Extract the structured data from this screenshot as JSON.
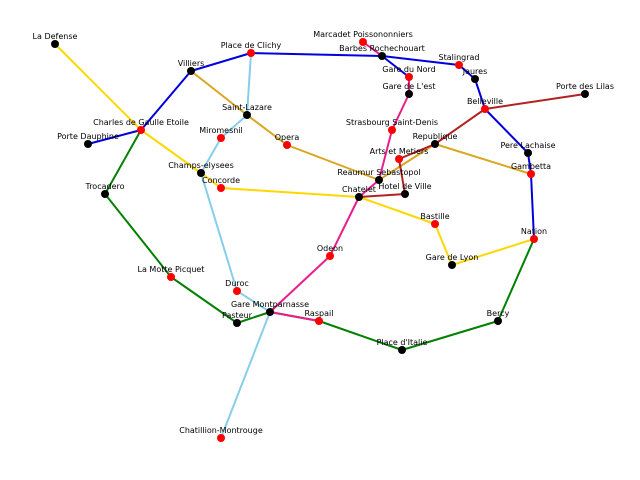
{
  "colors": {
    "station_red": "#ff0000",
    "station_black": "#000000",
    "label": "#000000"
  },
  "lines": [
    {
      "id": "line-green",
      "color": "#008000",
      "stations": [
        "Charles de Gaulle Etoile",
        "Trocadero",
        "La Motte Picquet",
        "Pasteur",
        "Gare Montparnasse",
        "Raspail",
        "Place d'Italie",
        "Bercy",
        "Nation"
      ]
    },
    {
      "id": "line-yellow-a",
      "color": "#ffd700",
      "stations": [
        "La Defense",
        "Charles de Gaulle Etoile",
        "Champs-elysees",
        "Concorde",
        "Chatelet",
        "Bastille",
        "Gare de Lyon",
        "Nation"
      ]
    },
    {
      "id": "line-blue",
      "color": "#0000dd",
      "stations": [
        "Porte Dauphine",
        "Charles de Gaulle Etoile",
        "Villiers",
        "Place de Clichy",
        "Barbes Rochechouart",
        "Stalingrad",
        "Jaures",
        "Belleville",
        "Pere Lachaise",
        "Gambetta",
        "Nation"
      ]
    },
    {
      "id": "line-orange",
      "color": "#daa520",
      "stations": [
        "Villiers",
        "Saint-Lazare",
        "Opera",
        "Reaumur Sebastopol",
        "Republique",
        "Gambetta"
      ]
    },
    {
      "id": "line-lightblue",
      "color": "#87ceeb",
      "stations": [
        "Place de Clichy",
        "Saint-Lazare",
        "Miromesnil",
        "Champs-elysees",
        "Duroc",
        "Gare Montparnasse",
        "Chatillion-Montrouge"
      ]
    },
    {
      "id": "line-pink",
      "color": "#e91e8c",
      "stations": [
        "Gare du Nord",
        "Gare de L'est",
        "Strasbourg Saint-Denis",
        "Reaumur Sebastopol",
        "Chatelet",
        "Odeon",
        "Gare Montparnasse",
        "Raspail"
      ]
    },
    {
      "id": "line-brown",
      "color": "#b22222",
      "stations": [
        "Porte des Lilas",
        "Belleville",
        "Republique",
        "Arts et Metiers",
        "Hotel de Ville",
        "Chatelet"
      ]
    },
    {
      "id": "line-darkblue-short",
      "color": "#0000dd",
      "stations": [
        "Barbes Rochechouart",
        "Gare du Nord"
      ]
    },
    {
      "id": "line-pink-short",
      "color": "#e91e8c",
      "stations": [
        "Marcadet Poissononniers",
        "Barbes Rochechouart"
      ]
    }
  ],
  "stations": [
    {
      "name": "La Defense",
      "color": "black",
      "label_anchor": "middle",
      "label_dy": -5
    },
    {
      "name": "Villiers",
      "color": "black",
      "label_anchor": "middle",
      "label_dy": -5
    },
    {
      "name": "Place de Clichy",
      "color": "red",
      "label_anchor": "middle",
      "label_dy": -5
    },
    {
      "name": "Marcadet Poissononniers",
      "color": "red",
      "label_anchor": "middle",
      "label_dy": -5
    },
    {
      "name": "Barbes Rochechouart",
      "color": "black",
      "label_anchor": "middle",
      "label_dy": -5
    },
    {
      "name": "Stalingrad",
      "color": "red",
      "label_anchor": "middle",
      "label_dy": -5
    },
    {
      "name": "Jaures",
      "color": "black",
      "label_anchor": "middle",
      "label_dy": -5
    },
    {
      "name": "Gare du Nord",
      "color": "red",
      "label_anchor": "middle",
      "label_dy": -5
    },
    {
      "name": "Gare de L'est",
      "color": "black",
      "label_anchor": "middle",
      "label_dy": -5
    },
    {
      "name": "Porte des Lilas",
      "color": "black",
      "label_anchor": "middle",
      "label_dy": -5
    },
    {
      "name": "Belleville",
      "color": "red",
      "label_anchor": "middle",
      "label_dy": -5
    },
    {
      "name": "Saint-Lazare",
      "color": "black",
      "label_anchor": "middle",
      "label_dy": -5
    },
    {
      "name": "Charles de Gaulle Etoile",
      "color": "red",
      "label_anchor": "middle",
      "label_dy": -5
    },
    {
      "name": "Porte Dauphine",
      "color": "black",
      "label_anchor": "middle",
      "label_dy": -5
    },
    {
      "name": "Miromesnil",
      "color": "red",
      "label_anchor": "middle",
      "label_dy": -5
    },
    {
      "name": "Opera",
      "color": "red",
      "label_anchor": "middle",
      "label_dy": -5
    },
    {
      "name": "Strasbourg Saint-Denis",
      "color": "red",
      "label_anchor": "middle",
      "label_dy": -5
    },
    {
      "name": "Republique",
      "color": "black",
      "label_anchor": "middle",
      "label_dy": -5
    },
    {
      "name": "Pere Lachaise",
      "color": "black",
      "label_anchor": "middle",
      "label_dy": -5
    },
    {
      "name": "Arts et Metiers",
      "color": "red",
      "label_anchor": "middle",
      "label_dy": -5
    },
    {
      "name": "Gambetta",
      "color": "red",
      "label_anchor": "middle",
      "label_dy": -5
    },
    {
      "name": "Champs-elysees",
      "color": "black",
      "label_anchor": "middle",
      "label_dy": -5
    },
    {
      "name": "Reaumur Sebastopol",
      "color": "black",
      "label_anchor": "middle",
      "label_dy": -5
    },
    {
      "name": "Concorde",
      "color": "red",
      "label_anchor": "middle",
      "label_dy": -5
    },
    {
      "name": "Hotel de Ville",
      "color": "black",
      "label_anchor": "middle",
      "label_dy": -5
    },
    {
      "name": "Chatelet",
      "color": "black",
      "label_anchor": "middle",
      "label_dy": -5
    },
    {
      "name": "Trocadero",
      "color": "black",
      "label_anchor": "middle",
      "label_dy": -5
    },
    {
      "name": "Bastille",
      "color": "red",
      "label_anchor": "middle",
      "label_dy": -5
    },
    {
      "name": "Nation",
      "color": "red",
      "label_anchor": "middle",
      "label_dy": -5
    },
    {
      "name": "Odeon",
      "color": "red",
      "label_anchor": "middle",
      "label_dy": -5
    },
    {
      "name": "Gare de Lyon",
      "color": "black",
      "label_anchor": "middle",
      "label_dy": -5
    },
    {
      "name": "La Motte Picquet",
      "color": "red",
      "label_anchor": "middle",
      "label_dy": -5
    },
    {
      "name": "Duroc",
      "color": "red",
      "label_anchor": "middle",
      "label_dy": -5
    },
    {
      "name": "Gare Montparnasse",
      "color": "black",
      "label_anchor": "middle",
      "label_dy": -5
    },
    {
      "name": "Pasteur",
      "color": "black",
      "label_anchor": "middle",
      "label_dy": -5
    },
    {
      "name": "Raspail",
      "color": "red",
      "label_anchor": "middle",
      "label_dy": -5
    },
    {
      "name": "Bercy",
      "color": "black",
      "label_anchor": "middle",
      "label_dy": -5
    },
    {
      "name": "Place d'Italie",
      "color": "black",
      "label_anchor": "middle",
      "label_dy": -5
    },
    {
      "name": "Chatillion-Montrouge",
      "color": "red",
      "label_anchor": "middle",
      "label_dy": -5
    }
  ]
}
